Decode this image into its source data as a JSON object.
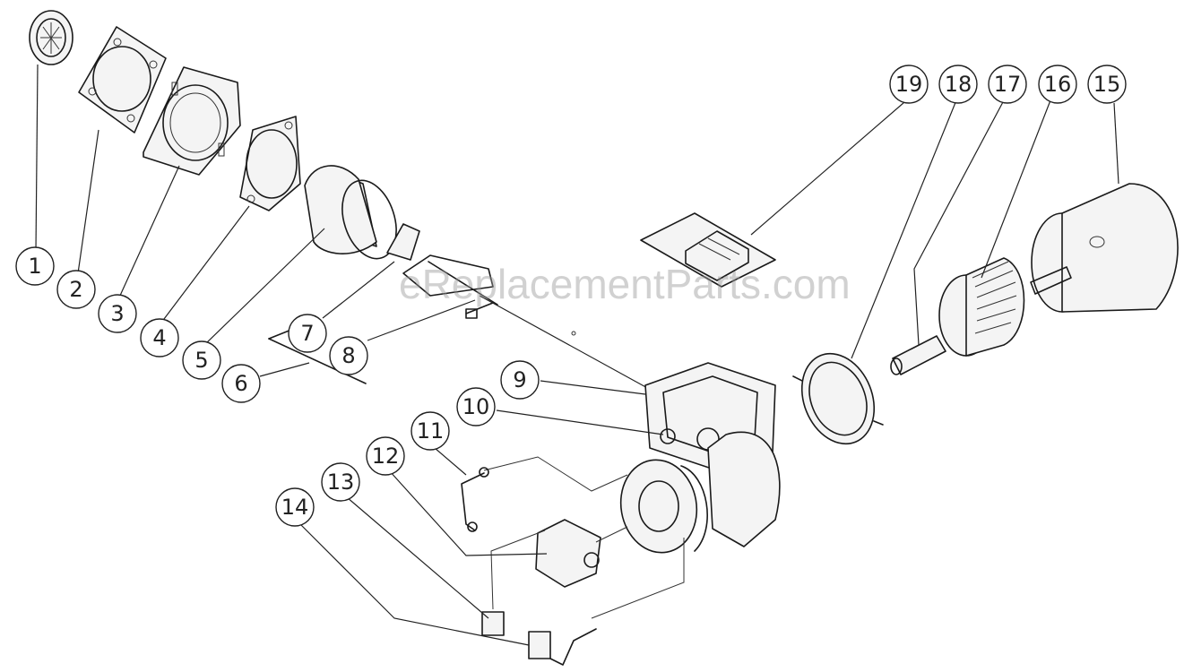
{
  "watermark": "eReplacementParts.com",
  "callouts": {
    "c1": "1",
    "c2": "2",
    "c3": "3",
    "c4": "4",
    "c5": "5",
    "c6": "6",
    "c7": "7",
    "c8": "8",
    "c9": "9",
    "c10": "10",
    "c11": "11",
    "c12": "12",
    "c13": "13",
    "c14": "14",
    "c15": "15",
    "c16": "16",
    "c17": "17",
    "c18": "18",
    "c19": "19"
  }
}
